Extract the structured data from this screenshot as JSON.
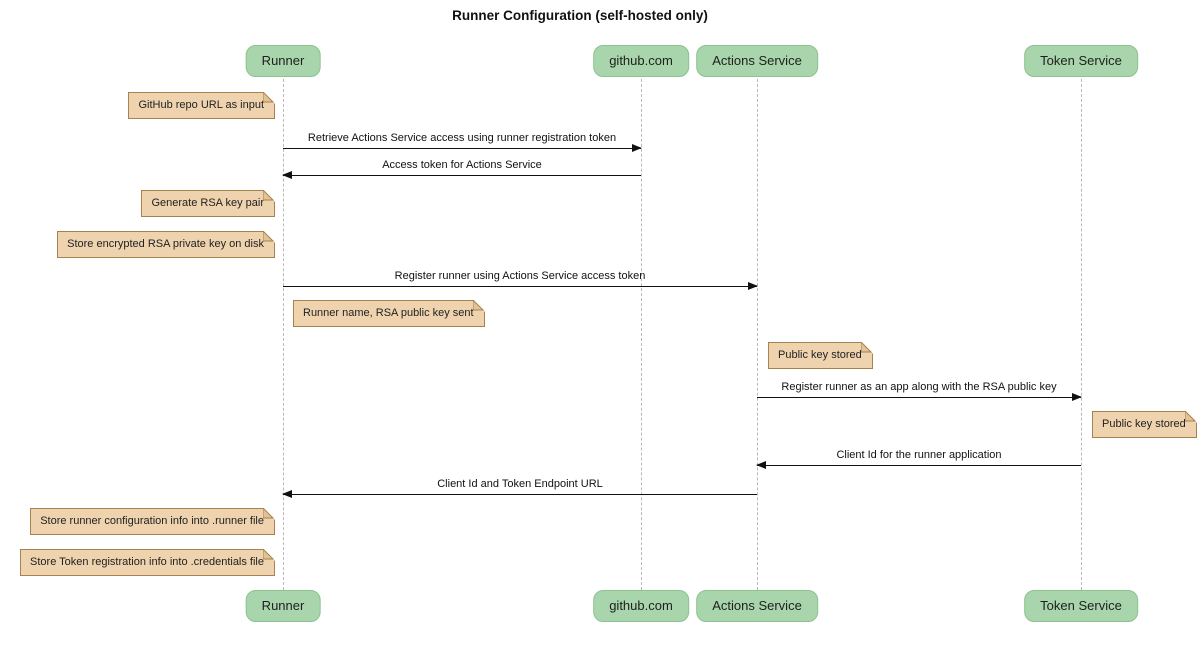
{
  "diagram_type": "sequence",
  "title": "Runner Configuration (self-hosted only)",
  "colors": {
    "background": "#ffffff",
    "participant_fill": "#a8d5ab",
    "participant_border": "#8cc28f",
    "note_fill": "#eed3ae",
    "note_border": "#a5824f",
    "lifeline": "#b9b9b9",
    "message_line": "#111111",
    "title_text": "#111111"
  },
  "icons": {
    "note-fold-icon": "folded-paper-corner",
    "arrowhead-icon": "filled-triangle"
  },
  "participants": [
    {
      "id": "runner",
      "label": "Runner"
    },
    {
      "id": "github",
      "label": "github.com"
    },
    {
      "id": "actions-service",
      "label": "Actions Service"
    },
    {
      "id": "token-service",
      "label": "Token Service"
    }
  ],
  "messages": [
    {
      "from": "Runner",
      "to": "github.com",
      "direction": "right",
      "label": "Retrieve Actions Service access using runner registration token"
    },
    {
      "from": "github.com",
      "to": "Runner",
      "direction": "left",
      "label": "Access token for Actions Service"
    },
    {
      "from": "Runner",
      "to": "Actions Service",
      "direction": "right",
      "label": "Register runner using Actions Service access token"
    },
    {
      "from": "Actions Service",
      "to": "Token Service",
      "direction": "right",
      "label": "Register runner as an app along with the RSA public key"
    },
    {
      "from": "Token Service",
      "to": "Actions Service",
      "direction": "left",
      "label": "Client Id for the runner application"
    },
    {
      "from": "Actions Service",
      "to": "Runner",
      "direction": "left",
      "label": "Client Id and Token Endpoint URL"
    }
  ],
  "notes": [
    {
      "attached_to": "Runner",
      "side": "left",
      "text": "GitHub repo URL as input"
    },
    {
      "attached_to": "Runner",
      "side": "left",
      "text": "Generate RSA key pair"
    },
    {
      "attached_to": "Runner",
      "side": "left",
      "text": "Store encrypted RSA private key on disk"
    },
    {
      "attached_to": "Runner",
      "side": "right",
      "text": "Runner name, RSA public key sent"
    },
    {
      "attached_to": "Actions Service",
      "side": "right",
      "text": "Public key stored"
    },
    {
      "attached_to": "Token Service",
      "side": "right",
      "text": "Public key stored"
    },
    {
      "attached_to": "Runner",
      "side": "left",
      "text": "Store runner configuration info into .runner file"
    },
    {
      "attached_to": "Runner",
      "side": "left",
      "text": "Store Token registration info into .credentials file"
    }
  ]
}
